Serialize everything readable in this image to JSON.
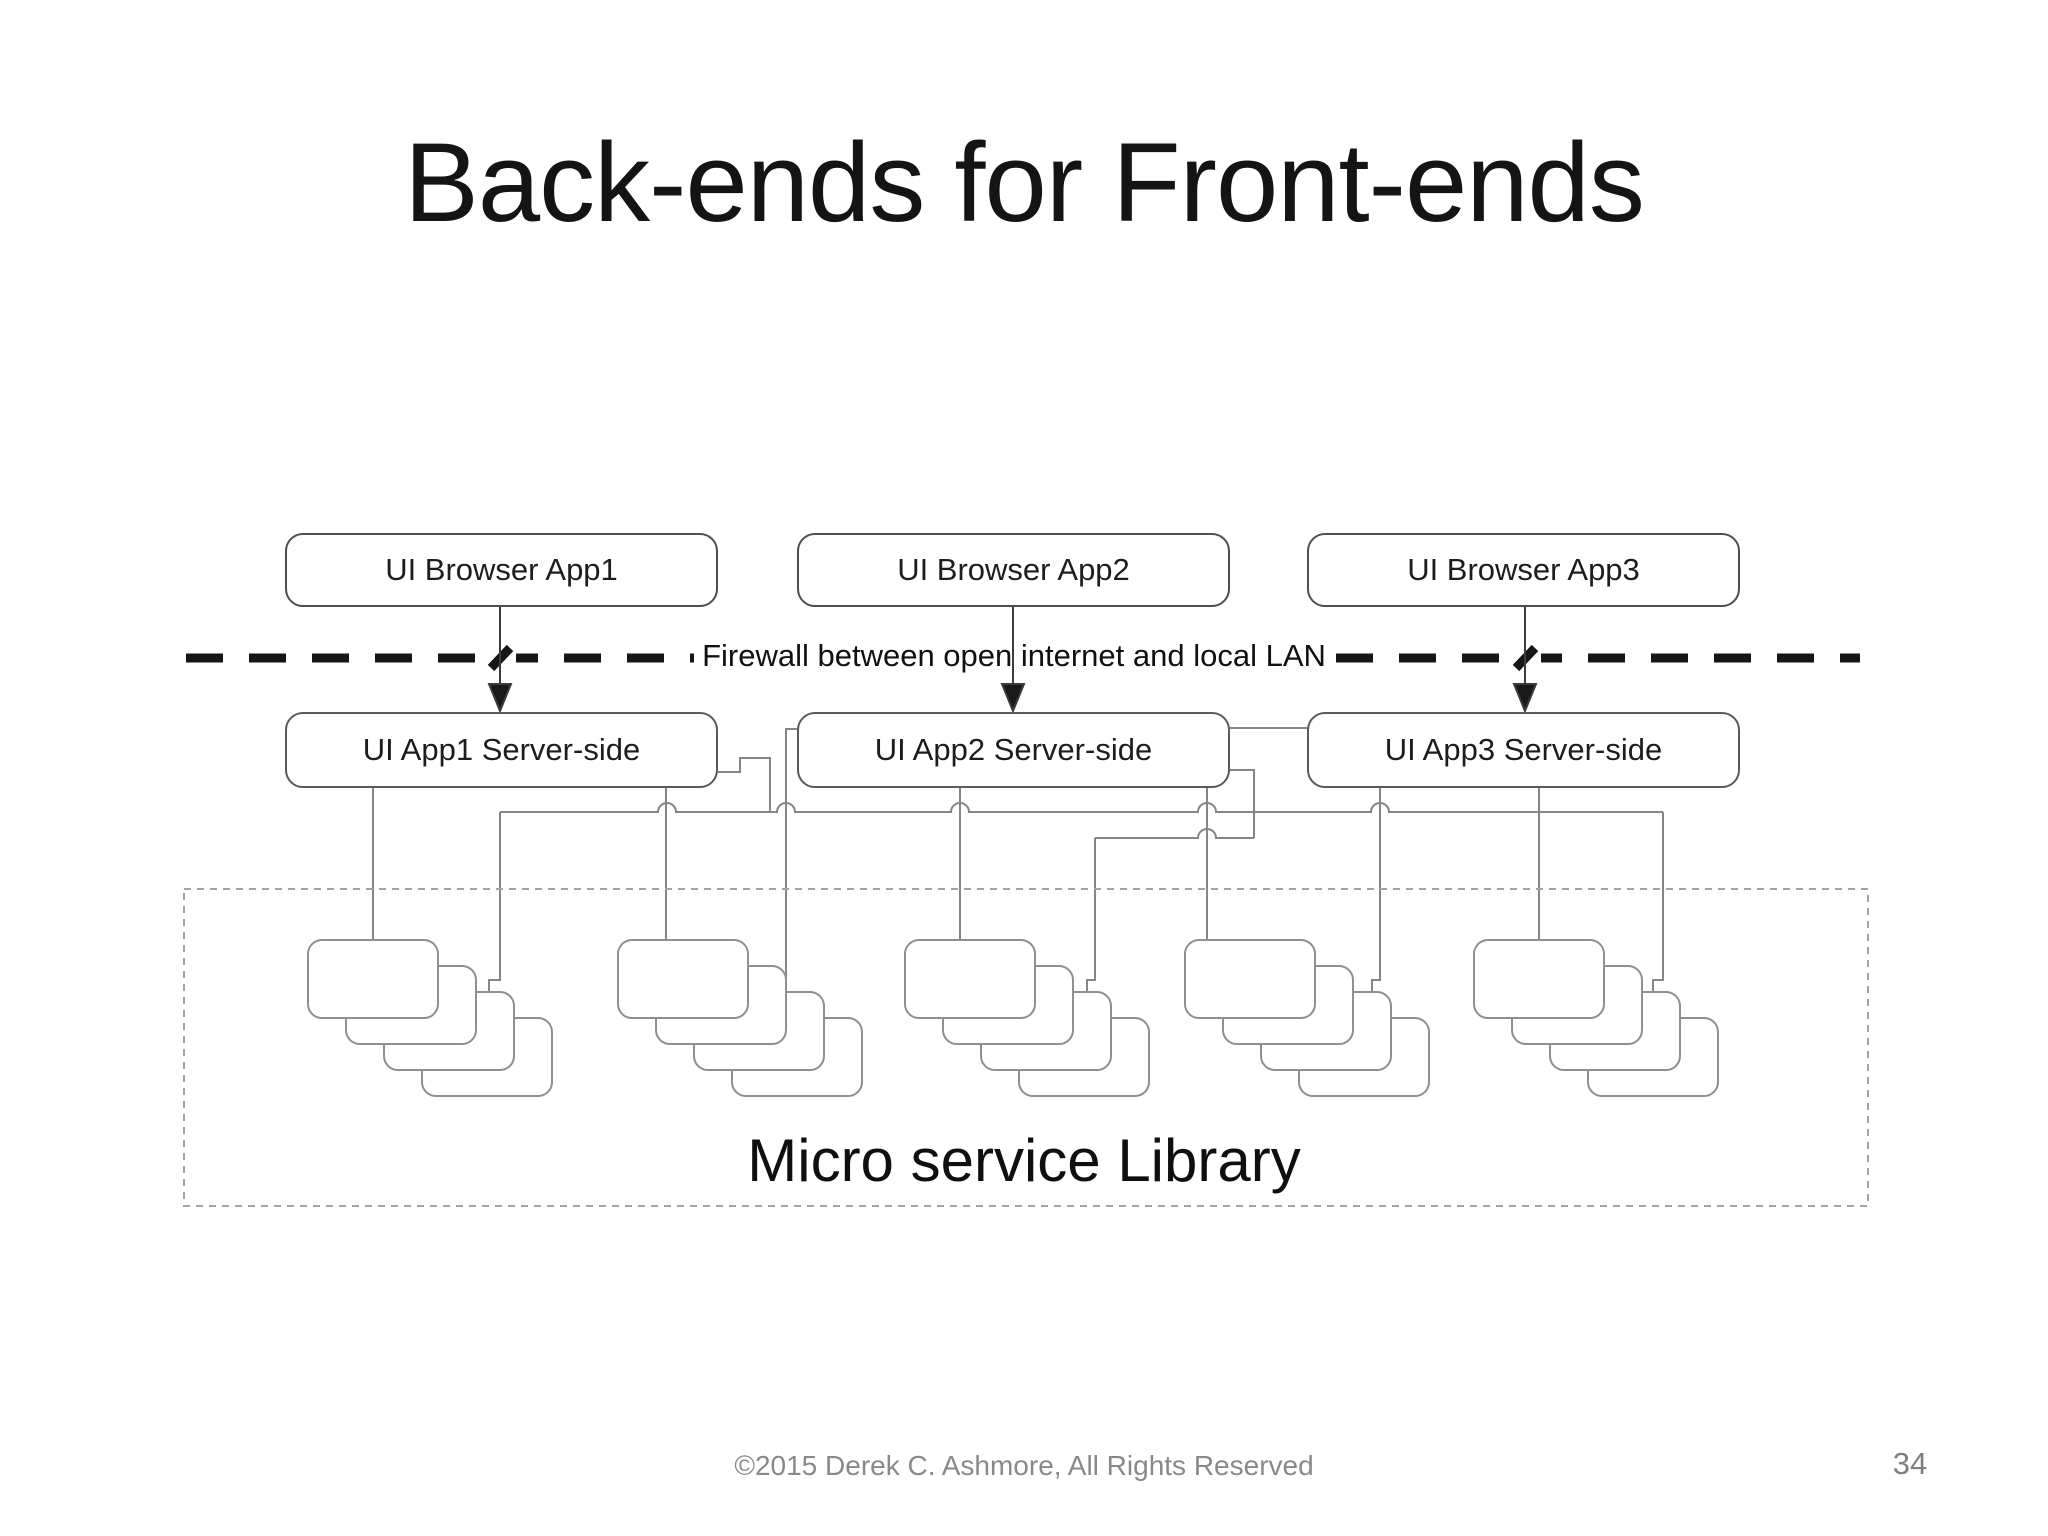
{
  "slide": {
    "title": "Back-ends for Front-ends",
    "footer": "©2015 Derek C. Ashmore, All Rights Reserved",
    "page_number": "34"
  },
  "browser_apps": [
    {
      "label": "UI Browser App1"
    },
    {
      "label": "UI Browser App2"
    },
    {
      "label": "UI Browser App3"
    }
  ],
  "server_apps": [
    {
      "label": "UI App1 Server-side"
    },
    {
      "label": "UI App2 Server-side"
    },
    {
      "label": "UI App3 Server-side"
    }
  ],
  "firewall": {
    "label": "Firewall between open internet and local LAN"
  },
  "library": {
    "label": "Micro service Library",
    "cluster_count": 5,
    "services_per_cluster": 4
  },
  "colors": {
    "connector_line": "#868686",
    "firewall_dash": "#161616",
    "box_border": "#4f4f4f",
    "cluster_border": "#8f8f8f",
    "muted_text": "#898989"
  }
}
